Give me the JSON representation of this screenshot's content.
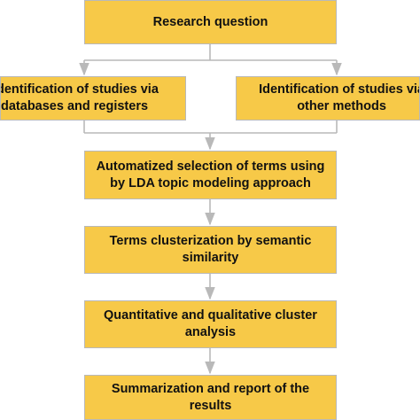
{
  "diagram": {
    "colors": {
      "box_fill": "#f7c948",
      "box_border": "#b9b9b9",
      "connector": "#b9b9b9"
    },
    "boxes": [
      {
        "id": "research-question",
        "lines": [
          "Research question"
        ]
      },
      {
        "id": "identification-databases",
        "lines": [
          "dentification of studies via",
          "databases and registers"
        ]
      },
      {
        "id": "identification-other",
        "lines": [
          "Identification of studies via",
          "other methods"
        ]
      },
      {
        "id": "automatized-selection",
        "lines": [
          "Automatized selection of terms using",
          "by LDA topic modeling approach"
        ]
      },
      {
        "id": "terms-clusterization",
        "lines": [
          "Terms clusterization by semantic",
          "similarity"
        ]
      },
      {
        "id": "cluster-analysis",
        "lines": [
          "Quantitative and qualitative cluster",
          "analysis"
        ]
      },
      {
        "id": "summarization",
        "lines": [
          "Summarization and report of the",
          "results"
        ]
      }
    ]
  }
}
